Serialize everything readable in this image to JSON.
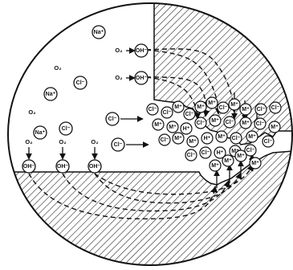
{
  "species": {
    "oxygen": "O₂",
    "hydroxide": "OH⁻",
    "sodium": "Na⁺",
    "chloride": "Cl⁻",
    "metal_ion": "M⁺",
    "hydrogen_ion": "H⁺"
  },
  "colors": {
    "ink": "#111111",
    "hatch": "#2a2a2a",
    "background": "#ffffff"
  },
  "icons": [
    "ion-circle-icon",
    "arrow-icon",
    "dashed-current-path",
    "hatched-metal-region"
  ]
}
